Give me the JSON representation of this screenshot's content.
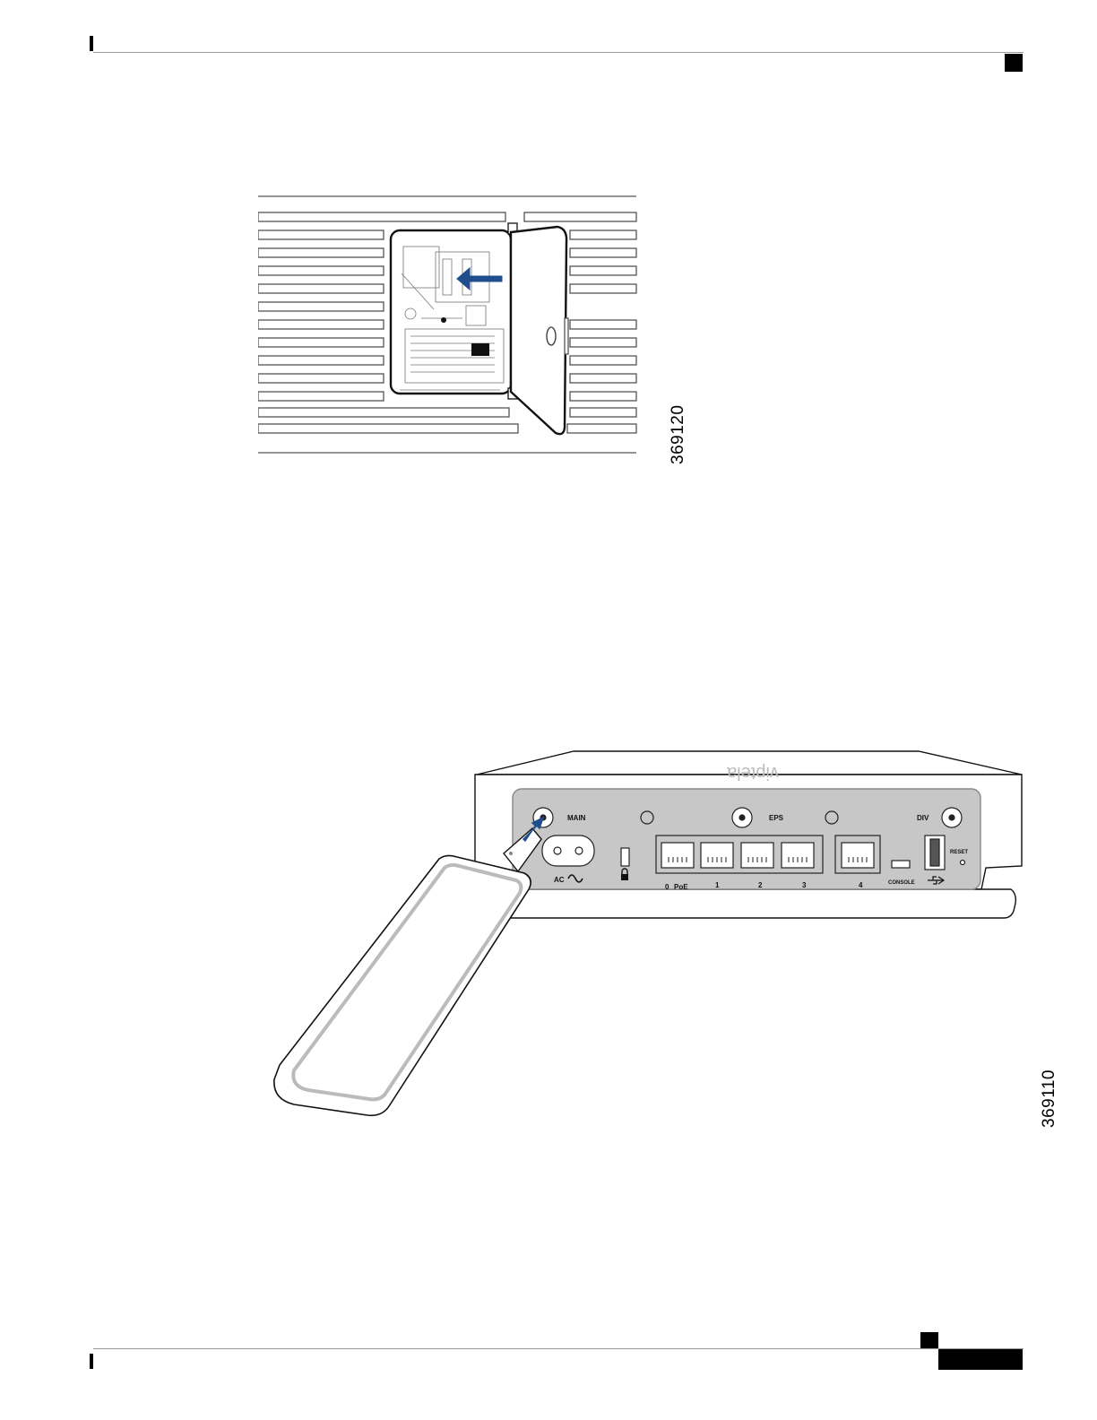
{
  "figures": [
    {
      "id": "369120"
    },
    {
      "id": "369110",
      "labels": {
        "main": "MAIN",
        "eps": "EPS",
        "div": "DIV",
        "reset": "RESET",
        "ac": "AC",
        "port0": "0",
        "poe": "PoE",
        "port1": "1",
        "port2": "2",
        "port3": "3",
        "port4": "4",
        "console": "CONSOLE",
        "brand": "viptela"
      }
    }
  ],
  "colors": {
    "accent_arrow": "#1f4e8c",
    "panel": "#c7c7c7"
  }
}
